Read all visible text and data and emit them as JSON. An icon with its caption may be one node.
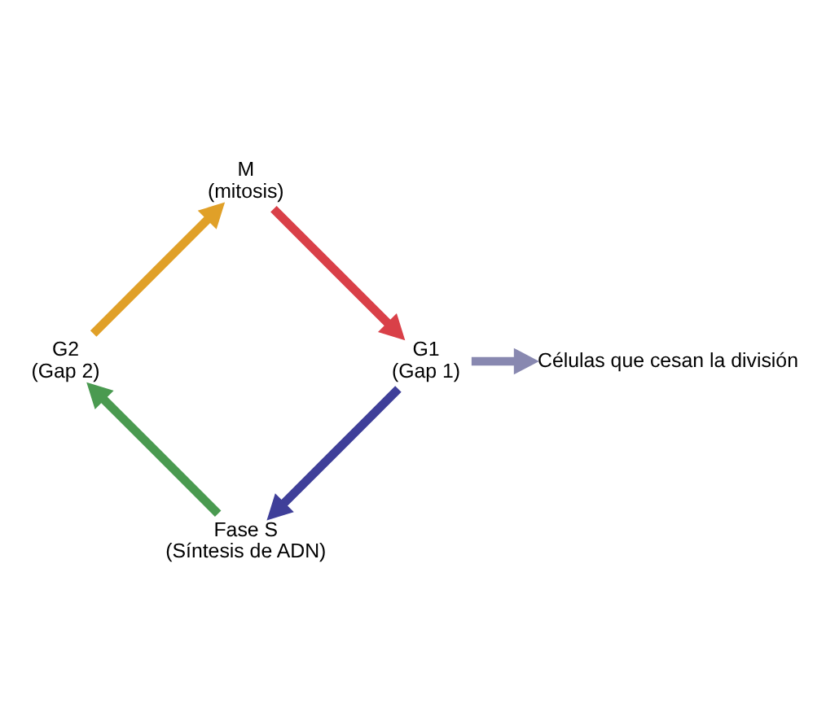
{
  "diagram": {
    "nodes": [
      {
        "text": [
          "M",
          "(mitosis)"
        ]
      },
      {
        "text": [
          "G1",
          "(Gap 1)"
        ]
      },
      {
        "text": [
          "Fase S",
          "(Síntesis de ADN)"
        ]
      },
      {
        "text": [
          "G2",
          "(Gap 2)"
        ]
      },
      {
        "text": [
          "Células que cesan la división"
        ]
      }
    ],
    "edges": [
      {
        "from": 3,
        "to": 0,
        "arrow": "to",
        "color": "#e0a028"
      },
      {
        "from": 0,
        "to": 1,
        "arrow": "to",
        "color": "#d94048"
      },
      {
        "from": 1,
        "to": 2,
        "arrow": "to",
        "color": "#3f3f99"
      },
      {
        "from": 2,
        "to": 3,
        "arrow": "to",
        "color": "#4a9a50"
      },
      {
        "from": 1,
        "to": 4,
        "arrow": "to",
        "color": "#8888b0"
      }
    ]
  }
}
